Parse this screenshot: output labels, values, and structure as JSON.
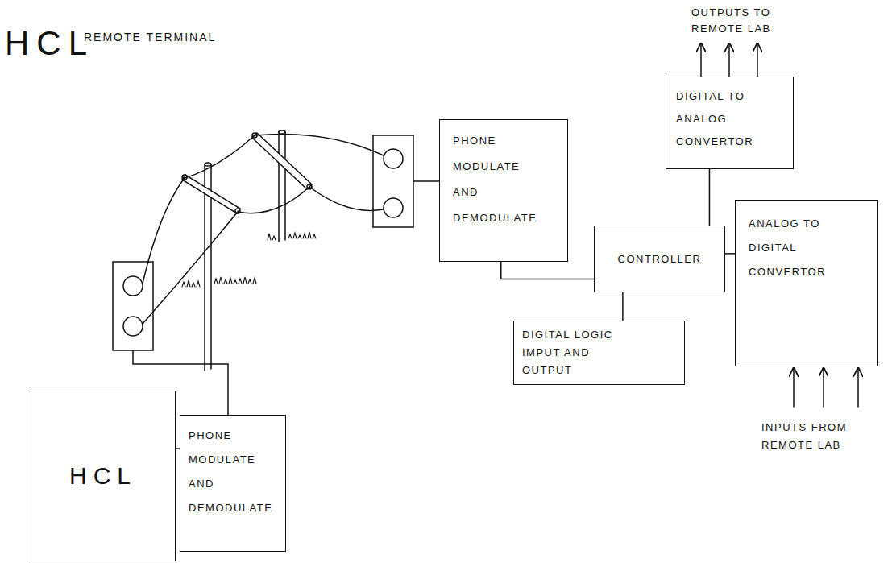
{
  "diagram": {
    "title": "HCL",
    "nodes": [
      {
        "text": [
          "HCL"
        ]
      },
      {
        "text": [
          "PHONE MODULATE AND DEMODULATE"
        ]
      },
      {
        "text": [
          "PHONE MODULATE AND DEMODULATE"
        ]
      },
      {
        "text": [
          "CONTROLLER"
        ]
      },
      {
        "text": [
          "DIGITAL LOGIC IMPUT AND OUTPUT"
        ]
      },
      {
        "text": [
          "DIGITAL TO ANALOG CONVERTOR"
        ]
      },
      {
        "text": [
          "ANALOG TO DIGITAL CONVERTOR"
        ]
      }
    ],
    "edges": [
      {
        "from": 0,
        "to": 1,
        "arrow": "none"
      },
      {
        "from": 2,
        "to": 3,
        "arrow": "none"
      },
      {
        "from": 3,
        "to": 4,
        "arrow": "none"
      },
      {
        "from": 3,
        "to": 5,
        "arrow": "none"
      },
      {
        "from": 3,
        "to": 6,
        "arrow": "none"
      }
    ],
    "labels": [
      "REMOTE TERMINAL",
      "OUTPUTS TO REMOTE LAB",
      "INPUTS FROM REMOTE LAB"
    ]
  }
}
